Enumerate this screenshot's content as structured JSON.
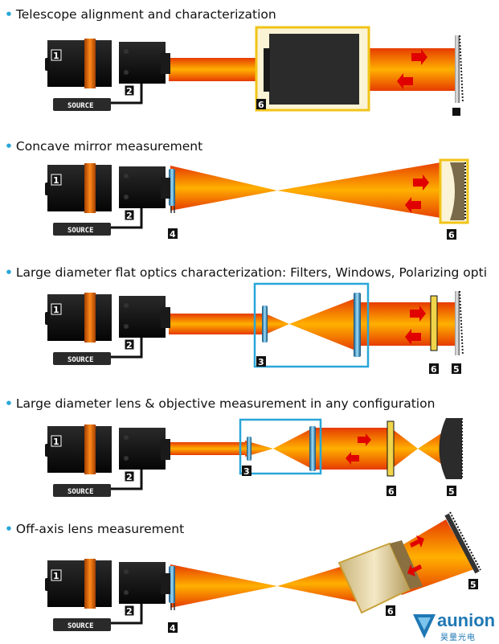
{
  "sections": [
    {
      "title": "Telescope alignment and characterization"
    },
    {
      "title": "Concave mirror measurement"
    },
    {
      "title": "Large diameter flat optics characterization: Filters, Windows, Polarizing opti"
    },
    {
      "title": "Large diameter lens & objective measurement in any configuration"
    },
    {
      "title": "Off-axis lens measurement"
    }
  ],
  "labels": {
    "bullet": "•",
    "camera_tag": "1",
    "unit_tag": "2",
    "source": "SOURCE",
    "tag3": "3",
    "tag4": "4",
    "tag5": "5",
    "tag6": "6"
  },
  "logo": {
    "name": "aunion",
    "subtitle": "昊量光电"
  },
  "colors": {
    "beam": "#ff6a00",
    "accent": "#29a6d8",
    "frame": "#f0c419"
  }
}
